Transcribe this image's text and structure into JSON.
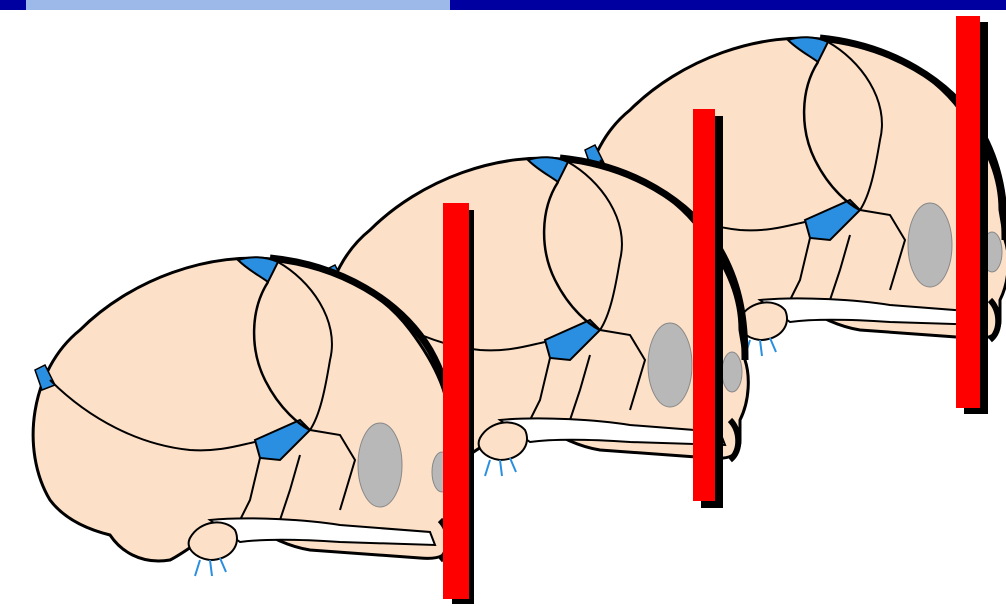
{
  "slide": {
    "caption": "",
    "top_strip_text": ""
  },
  "colors": {
    "frame": "#0000a0",
    "skull_fill": "#fde0c8",
    "outline": "#000000",
    "fontanelle": "#2a8fe0",
    "gray_bone": "#b8b8b8",
    "red_bar": "#ff0000",
    "bar_shadow": "#000000",
    "top_strip": "#9db9ea"
  },
  "diagram": {
    "skulls": [
      {
        "name": "skull-left"
      },
      {
        "name": "skull-middle"
      },
      {
        "name": "skull-right"
      }
    ],
    "bars": [
      {
        "name": "red-bar-left"
      },
      {
        "name": "red-bar-middle"
      },
      {
        "name": "red-bar-right"
      }
    ]
  }
}
